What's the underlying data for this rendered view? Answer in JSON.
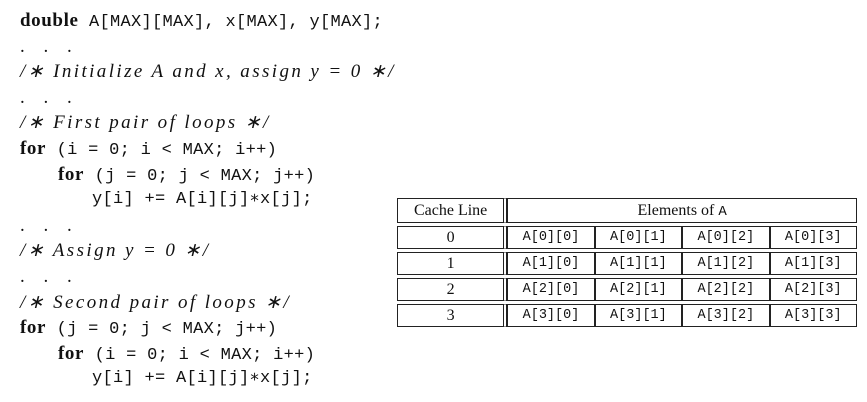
{
  "code": {
    "l1_kw": "double",
    "l1_rest": " A[MAX][MAX], x[MAX], y[MAX];",
    "l2": ". . .",
    "l3": "/∗ Initialize A and x, assign y = 0 ∗/",
    "l4": ". . .",
    "l5": "/∗ First pair of loops ∗/",
    "l6_kw": "for",
    "l6_rest": " (i = 0; i < MAX; i++)",
    "l7_kw": "for",
    "l7_rest": " (j = 0; j < MAX; j++)",
    "l8": "y[i] += A[i][j]∗x[j];",
    "l9": ". . .",
    "l10": "/∗ Assign y = 0 ∗/",
    "l11": ". . .",
    "l12": "/∗ Second pair of loops ∗/",
    "l13_kw": "for",
    "l13_rest": " (j = 0; j < MAX; j++)",
    "l14_kw": "for",
    "l14_rest": " (i = 0; i < MAX; i++)",
    "l15": "y[i] += A[i][j]∗x[j];"
  },
  "table": {
    "header_line": "Cache Line",
    "header_elements_text": "Elements of ",
    "header_elements_code": "A",
    "rows": [
      {
        "line": "0",
        "cells": [
          "A[0][0]",
          "A[0][1]",
          "A[0][2]",
          "A[0][3]"
        ]
      },
      {
        "line": "1",
        "cells": [
          "A[1][0]",
          "A[1][1]",
          "A[1][2]",
          "A[1][3]"
        ]
      },
      {
        "line": "2",
        "cells": [
          "A[2][0]",
          "A[2][1]",
          "A[2][2]",
          "A[2][3]"
        ]
      },
      {
        "line": "3",
        "cells": [
          "A[3][0]",
          "A[3][1]",
          "A[3][2]",
          "A[3][3]"
        ]
      }
    ]
  }
}
